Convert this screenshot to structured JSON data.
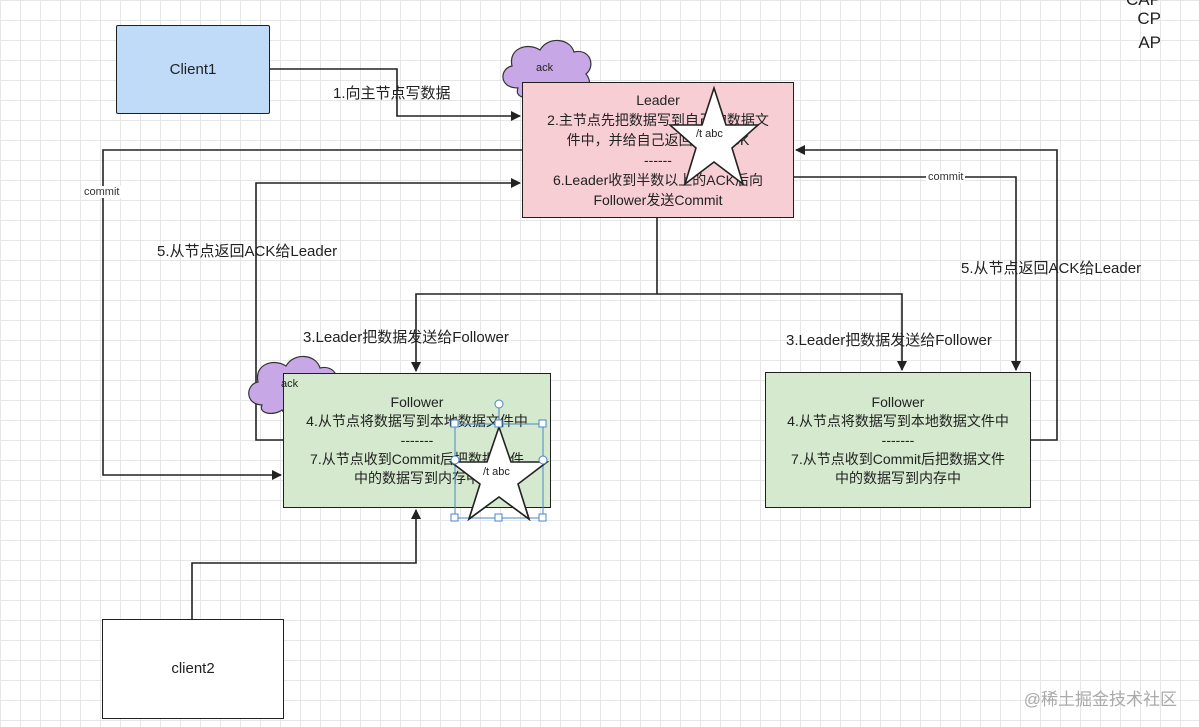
{
  "corner_labels": [
    "CAP",
    "CP",
    "AP"
  ],
  "nodes": {
    "client1": "Client1",
    "client2": "client2",
    "leader": {
      "title": "Leader",
      "line1": "2.主节点先把数据写到自己的数据文",
      "line2": "件中，并给自己返回一个ACK",
      "separator": "------",
      "line3": "6.Leader收到半数以上的ACK后向",
      "line4": "Follower发送Commit"
    },
    "follower1": {
      "title": "Follower",
      "line1": "4.从节点将数据写到本地数据文件中",
      "separator": "-------",
      "line2": "7.从节点收到Commit后把数据文件",
      "line3": "中的数据写到内存中"
    },
    "follower2": {
      "title": "Follower",
      "line1": "4.从节点将数据写到本地数据文件中",
      "separator": "-------",
      "line2": "7.从节点收到Commit后把数据文件",
      "line3": "中的数据写到内存中"
    }
  },
  "edges": {
    "write": "1.向主节点写数据",
    "send_left": "3.Leader把数据发送给Follower",
    "send_right": "3.Leader把数据发送给Follower",
    "ack_left": "5.从节点返回ACK给Leader",
    "ack_right": "5.从节点返回ACK给Leader",
    "commit_left": "commit",
    "commit_right": "commit"
  },
  "clouds": {
    "leader_cloud": "ack",
    "follower_cloud": "ack"
  },
  "stars": {
    "leader_star": "/t abc",
    "follower_star": "/t abc"
  },
  "watermark": "@稀土掘金技术社区",
  "colors": {
    "client1_fill": "#bfdbf7",
    "leader_fill": "#f6ced4",
    "follower_fill": "#d4e9ce",
    "cloud_fill": "#c8a7e6",
    "selection": "#4a86c8"
  }
}
